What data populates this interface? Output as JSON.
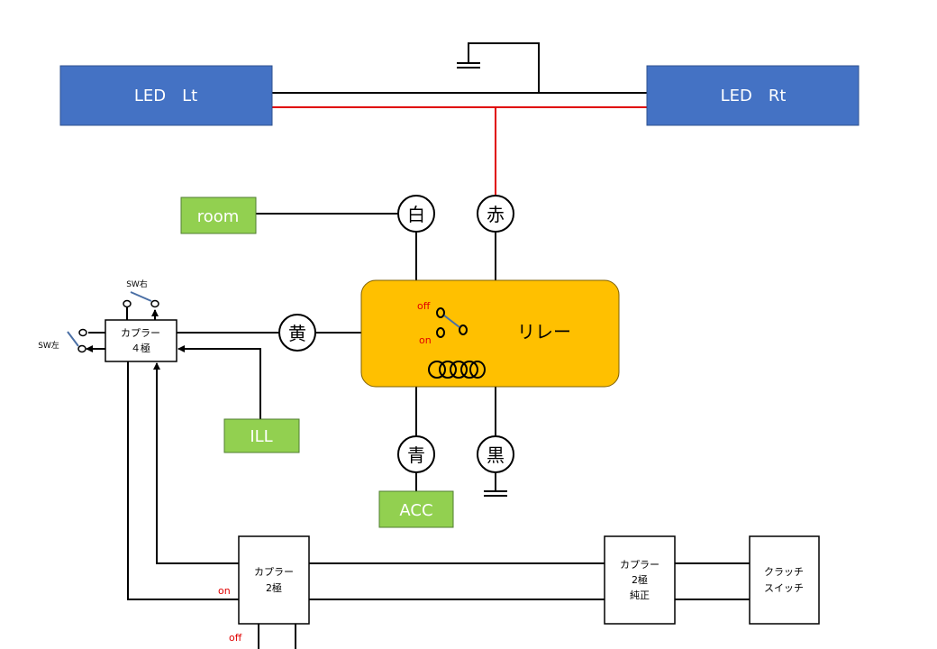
{
  "blocks": {
    "led_lt": "LED　Lt",
    "led_rt": "LED　Rt",
    "room": "room",
    "ill": "ILL",
    "acc": "ACC"
  },
  "terminals": {
    "white": "白",
    "red": "赤",
    "yellow": "黄",
    "blue": "青",
    "black": "黒"
  },
  "relay": {
    "label": "リレー",
    "off": "off",
    "on": "on"
  },
  "coupler4": {
    "line1": "カプラー",
    "line2": "４極"
  },
  "switches": {
    "right": "SW右",
    "left": "SW左"
  },
  "coupler2": {
    "line1": "カプラー",
    "line2": "2極",
    "on": "on",
    "off": "off"
  },
  "coupler2_genuine": {
    "line1": "カプラー",
    "line2": "2極",
    "line3": "純正"
  },
  "clutch": {
    "line1": "クラッチ",
    "line2": "スイッチ"
  },
  "colors": {
    "led_blue": "#4472c4",
    "green": "#92d050",
    "relay_orange": "#ffc000",
    "wire_red": "#e00000",
    "switch_blue": "#4a6fa5",
    "label_red": "#e00000"
  }
}
